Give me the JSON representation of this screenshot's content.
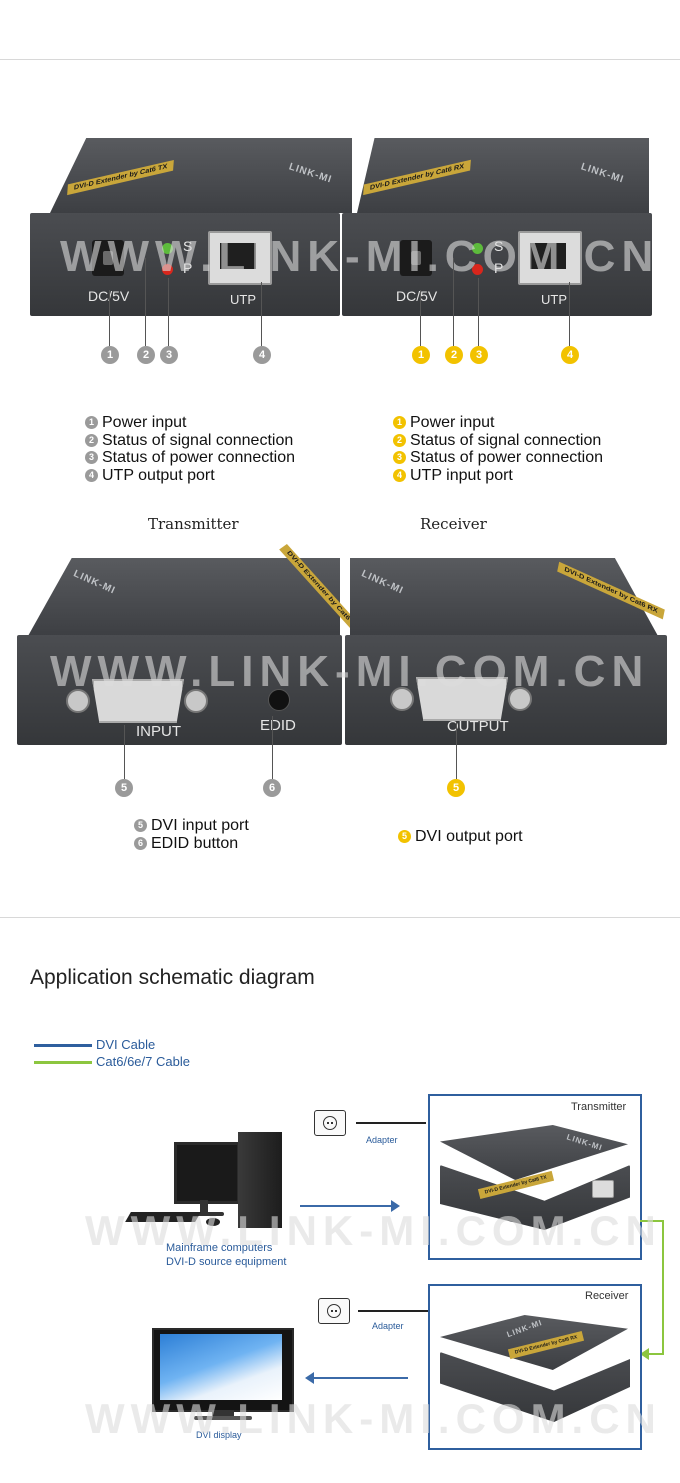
{
  "rear_panel": {
    "tx_jack_label": "DC/5V",
    "tx_led_s": "S",
    "tx_led_p": "P",
    "tx_port_label": "UTP",
    "rx_jack_label": "DC/5V",
    "rx_led_s": "S",
    "rx_led_p": "P",
    "rx_port_label": "UTP",
    "tx_brand": "LINK-MI",
    "rx_brand": "LINK-MI",
    "tx_strip": "DVI-D Extender by Cat6 TX",
    "rx_strip": "DVI-D Extender by Cat6 RX",
    "watermark": "WWW.LINK-MI.COM.CN",
    "callouts_tx": [
      "1",
      "2",
      "3",
      "4"
    ],
    "callouts_rx": [
      "1",
      "2",
      "3",
      "4"
    ]
  },
  "transmitter_list": [
    {
      "num": "1",
      "text": "Power input"
    },
    {
      "num": "2",
      "text": "Status of signal connection"
    },
    {
      "num": "3",
      "text": "Status of power connection"
    },
    {
      "num": "4",
      "text": "UTP output port"
    }
  ],
  "receiver_list": [
    {
      "num": "1",
      "text": "Power input"
    },
    {
      "num": "2",
      "text": "Status of signal connection"
    },
    {
      "num": "3",
      "text": "Status of power connection"
    },
    {
      "num": "4",
      "text": "UTP input port"
    }
  ],
  "captions": {
    "transmitter": "Transmitter",
    "receiver": "Receiver"
  },
  "front_panel": {
    "tx_port_label": "INPUT",
    "tx_button_label": "EDID",
    "rx_port_label": "OUTPUT",
    "callout_tx_port": "5",
    "callout_tx_button": "6",
    "callout_rx_port": "5"
  },
  "front_tx_list": [
    {
      "num": "5",
      "text": "DVI input port"
    },
    {
      "num": "6",
      "text": "EDID button"
    }
  ],
  "front_rx_list": [
    {
      "num": "5",
      "text": "DVI output port"
    }
  ],
  "schematic": {
    "title": "Application schematic diagram",
    "legend": [
      {
        "label": "DVI Cable",
        "color": "#2f5f9e"
      },
      {
        "label": "Cat6/6e/7 Cable",
        "color": "#8cc63f"
      }
    ],
    "transmitter_label": "Transmitter",
    "receiver_label": "Receiver",
    "adapter_top": "Adapter",
    "adapter_bottom": "Adapter",
    "source_line1": "Mainframe computers",
    "source_line2": "DVI-D source equipment",
    "display_label": "DVI display",
    "tx_device_brand": "LINK-MI",
    "rx_device_brand": "LINK-MI",
    "tx_device_strip": "DVI-D Extender by Cat6 TX",
    "rx_device_strip": "DVI-D Extender by Cat6 RX",
    "watermark1": "WWW.LINK-MI.COM.CN",
    "watermark2": "WWW.LINK-MI.COM.CN"
  }
}
